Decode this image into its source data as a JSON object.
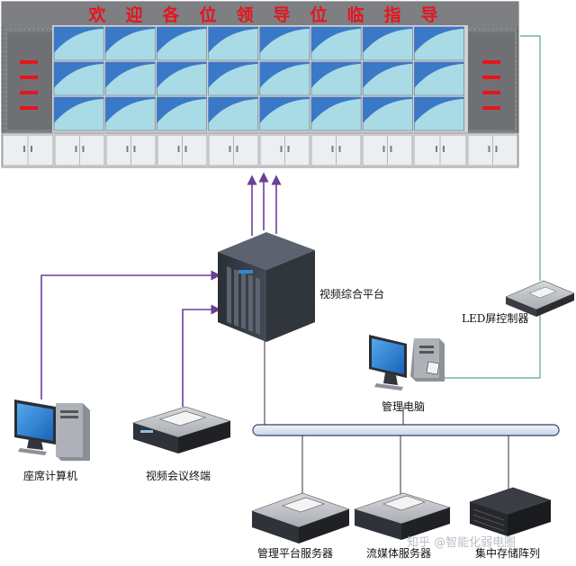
{
  "banner": {
    "chars": [
      "欢",
      "迎",
      "各",
      "位",
      "领",
      "导",
      "位",
      "临",
      "指",
      "导"
    ],
    "text_color": "#e8141b",
    "background": "#7d7f83"
  },
  "labels": {
    "video_platform": "视频综合平台",
    "led_controller": "LED屏控制器",
    "management_pc": "管理电脑",
    "seat_computer": "座席计算机",
    "video_conference": "视频会议终端",
    "management_server": "管理平台服务器",
    "streaming_server": "流媒体服务器",
    "storage_array": "集中存储阵列"
  },
  "watermark": "知乎 @智能化弱电圈",
  "colors": {
    "arrow": "#6a3f9a",
    "led_link": "#5aa889",
    "screen_light": "#a9dbe6",
    "screen_dark": "#3a78c8",
    "bus_fill": "#dde6f2",
    "bus_stroke": "#2e4466"
  }
}
